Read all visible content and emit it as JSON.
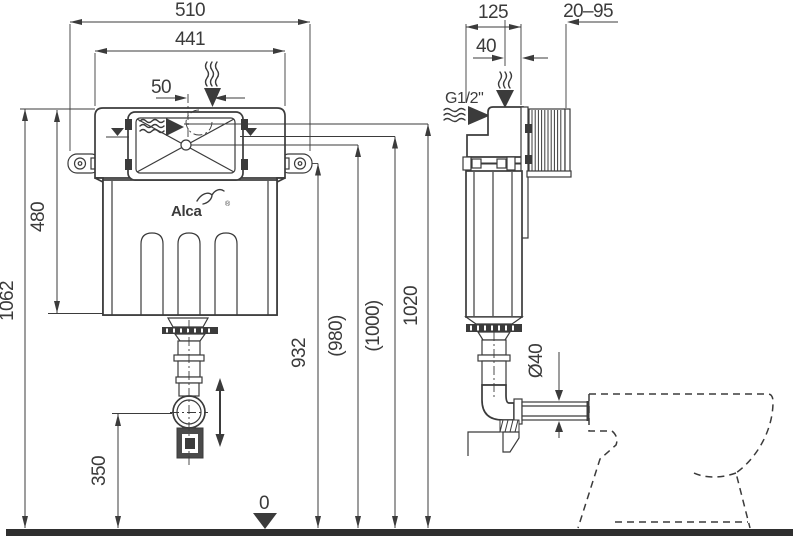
{
  "drawing": {
    "brand": "Alca",
    "registered_mark": "®",
    "datum_label": "0",
    "front": {
      "overall_width": "510",
      "body_width": "441",
      "inlet_offset": "50",
      "body_height": "480",
      "overall_height": "1062",
      "outlet_center_height": "350"
    },
    "heights": {
      "flush_bend_height": "932",
      "level_alt_1": "(980)",
      "level_alt_2": "(1000)",
      "top_height": "1020"
    },
    "side": {
      "depth": "125",
      "inlet_to_wall": "40",
      "wall_adjust_range": "20–95",
      "water_connection": "G1/2\"",
      "outlet_pipe_diameter": "Ø40"
    }
  }
}
